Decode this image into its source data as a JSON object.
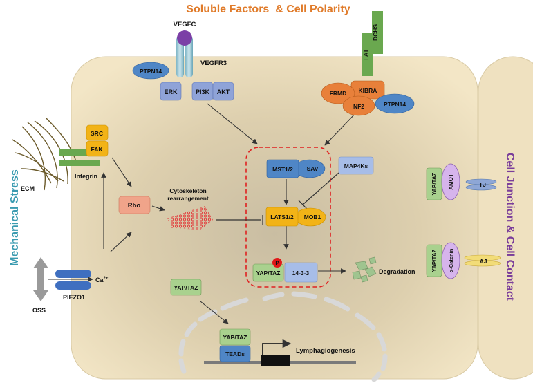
{
  "titles": {
    "top": "Soluble Factors  & Cell Polarity",
    "left": "Mechanical Stress",
    "right": "Cell Junction & Cell Contact"
  },
  "labels": {
    "vegfc": "VEGFC",
    "vegfr3": "VEGFR3",
    "ptpn14_top": "PTPN14",
    "erk": "ERK",
    "pi3k": "PI3K",
    "akt": "AKT",
    "fat": "FAT",
    "dchs": "DCHS",
    "frmd": "FRMD",
    "kibra": "KIBRA",
    "nf2": "NF2",
    "ptpn14_right": "PTPN14",
    "ecm": "ECM",
    "src": "SRC",
    "fak": "FAK",
    "integrin": "Integrin",
    "rho": "Rho",
    "cytoskeleton": "Cytoskeleton",
    "rearrangement": "rearrangement",
    "oss": "OSS",
    "piezo1": "PIEZO1",
    "ca": "Ca",
    "ca_sup": "2+",
    "mst12": "MST1/2",
    "sav": "SAV",
    "map4ks": "MAP4Ks",
    "lats12": "LATS1/2",
    "mob1": "MOB1",
    "p": "P",
    "yaptaz_center": "YAP/TAZ",
    "p1433": "14-3-3",
    "degradation": "Degradation",
    "yaptaz_nuc_in": "YAP/TAZ",
    "yaptaz_dna": "YAP/TAZ",
    "teads": "TEADs",
    "lymph": "Lymphagiogenesis",
    "yaptaz_tj": "YAP/TAZ",
    "amot": "AMOT",
    "tj": "TJ",
    "yaptaz_aj": "YAP/TAZ",
    "acatenin": "α-Catenin",
    "aj": "AJ"
  },
  "colors": {
    "title_orange": "#e07b2a",
    "title_teal": "#3a9bb0",
    "title_purple": "#7a3d9a",
    "cell_fill": "#efe1c0",
    "blue_box": "#4f86c6",
    "orange_box": "#e8803a",
    "yellow_box": "#f2b317",
    "green_box": "#9cc78a",
    "lavender_box": "#9aa6d4",
    "rho_box": "#f0a48a",
    "violet": "#d6b4ec",
    "purple_dot": "#7b3fa6",
    "red_dash": "#e02020",
    "phospho": "#e01818"
  }
}
